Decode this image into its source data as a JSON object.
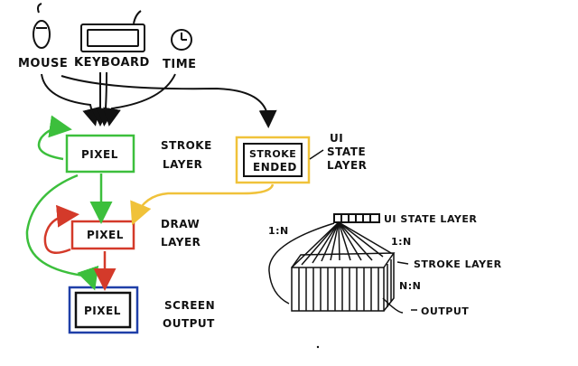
{
  "inputs": {
    "mouse": "MOUSE",
    "keyboard": "KEYBOARD",
    "time": "TIME"
  },
  "pipeline": {
    "stroke_box": "PIXEL",
    "stroke_label_1": "STROKE",
    "stroke_label_2": "LAYER",
    "ui_box_1": "STROKE",
    "ui_box_2": "ENDED",
    "ui_label_1": "UI",
    "ui_label_2": "STATE",
    "ui_label_3": "LAYER",
    "draw_box": "PIXEL",
    "draw_label_1": "DRAW",
    "draw_label_2": "LAYER",
    "screen_box": "PIXEL",
    "screen_label_1": "SCREEN",
    "screen_label_2": "OUTPUT"
  },
  "mapping": {
    "ui_state_layer": "UI STATE LAYER",
    "ratio_left": "1:N",
    "ratio_right": "1:N",
    "stroke_layer": "STROKE LAYER",
    "ratio_nn": "N:N",
    "output": "OUTPUT"
  },
  "colors": {
    "ink": "#111111",
    "green": "#3cbf3c",
    "red": "#d43a2a",
    "yellow": "#f0c23a",
    "blue": "#1f3fa8"
  }
}
